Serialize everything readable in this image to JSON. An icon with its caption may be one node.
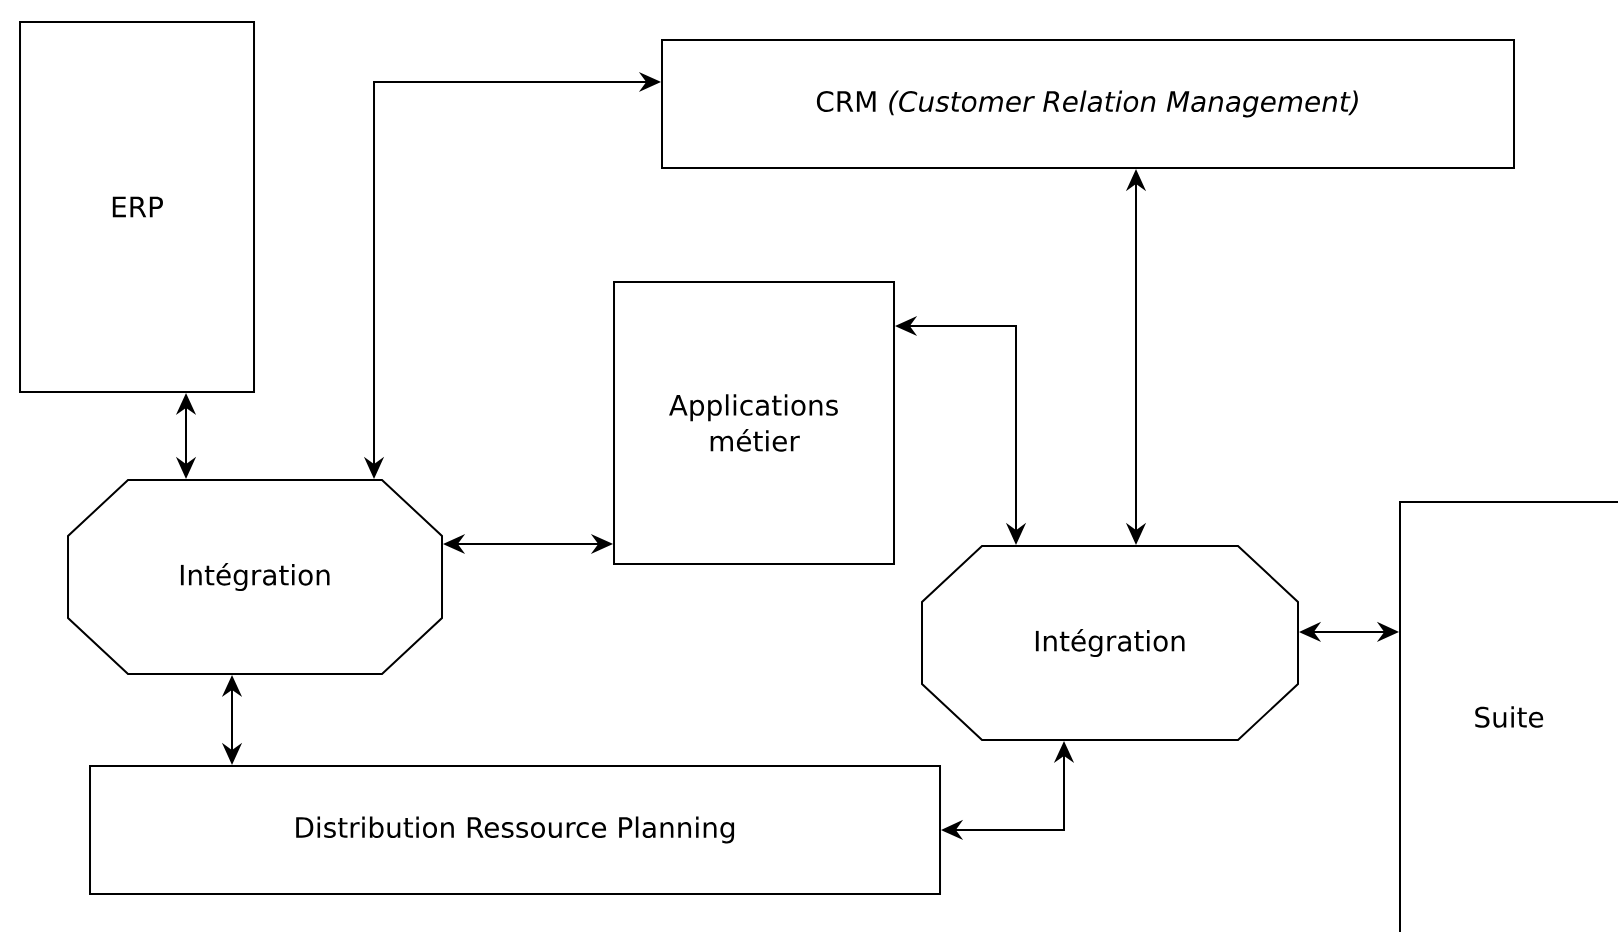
{
  "diagram": {
    "nodes": [
      {
        "text": [
          "ERP"
        ]
      },
      {
        "text": [
          "CRM *(Customer Relation Management)*"
        ]
      },
      {
        "text": [
          "Applications métier"
        ]
      },
      {
        "text": [
          "Intégration"
        ]
      },
      {
        "text": [
          "Intégration"
        ]
      },
      {
        "text": [
          "Suite"
        ]
      },
      {
        "text": [
          "Distribution Ressource Planning"
        ]
      }
    ],
    "edges": [
      {
        "from": 0,
        "to": 3,
        "arrow": "both"
      },
      {
        "from": 3,
        "to": 1,
        "arrow": "both"
      },
      {
        "from": 3,
        "to": 2,
        "arrow": "both"
      },
      {
        "from": 2,
        "to": 4,
        "arrow": "both"
      },
      {
        "from": 1,
        "to": 4,
        "arrow": "both"
      },
      {
        "from": 4,
        "to": 5,
        "arrow": "both"
      },
      {
        "from": 3,
        "to": 6,
        "arrow": "both"
      },
      {
        "from": 6,
        "to": 4,
        "arrow": "both"
      }
    ]
  }
}
